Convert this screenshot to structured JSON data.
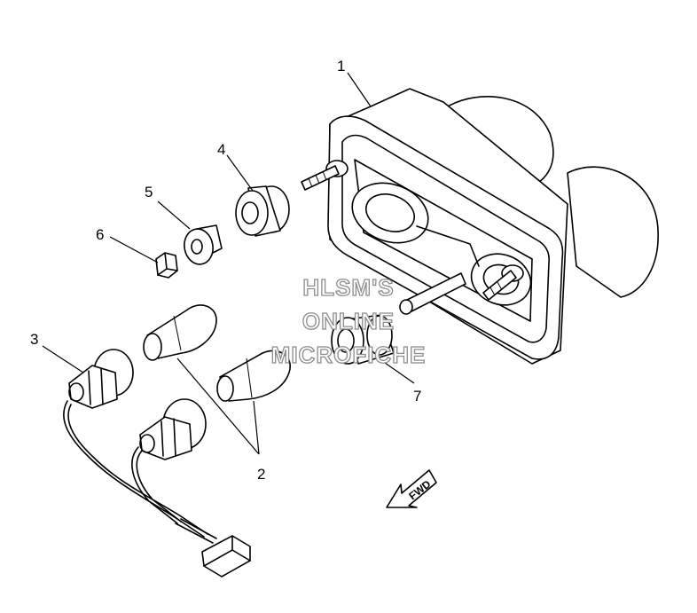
{
  "callouts": [
    "1",
    "2",
    "3",
    "4",
    "5",
    "6",
    "7"
  ],
  "watermark": [
    "HLSM'S",
    "ONLINE",
    "MICROFICHE"
  ],
  "direction_marker": "FWD"
}
